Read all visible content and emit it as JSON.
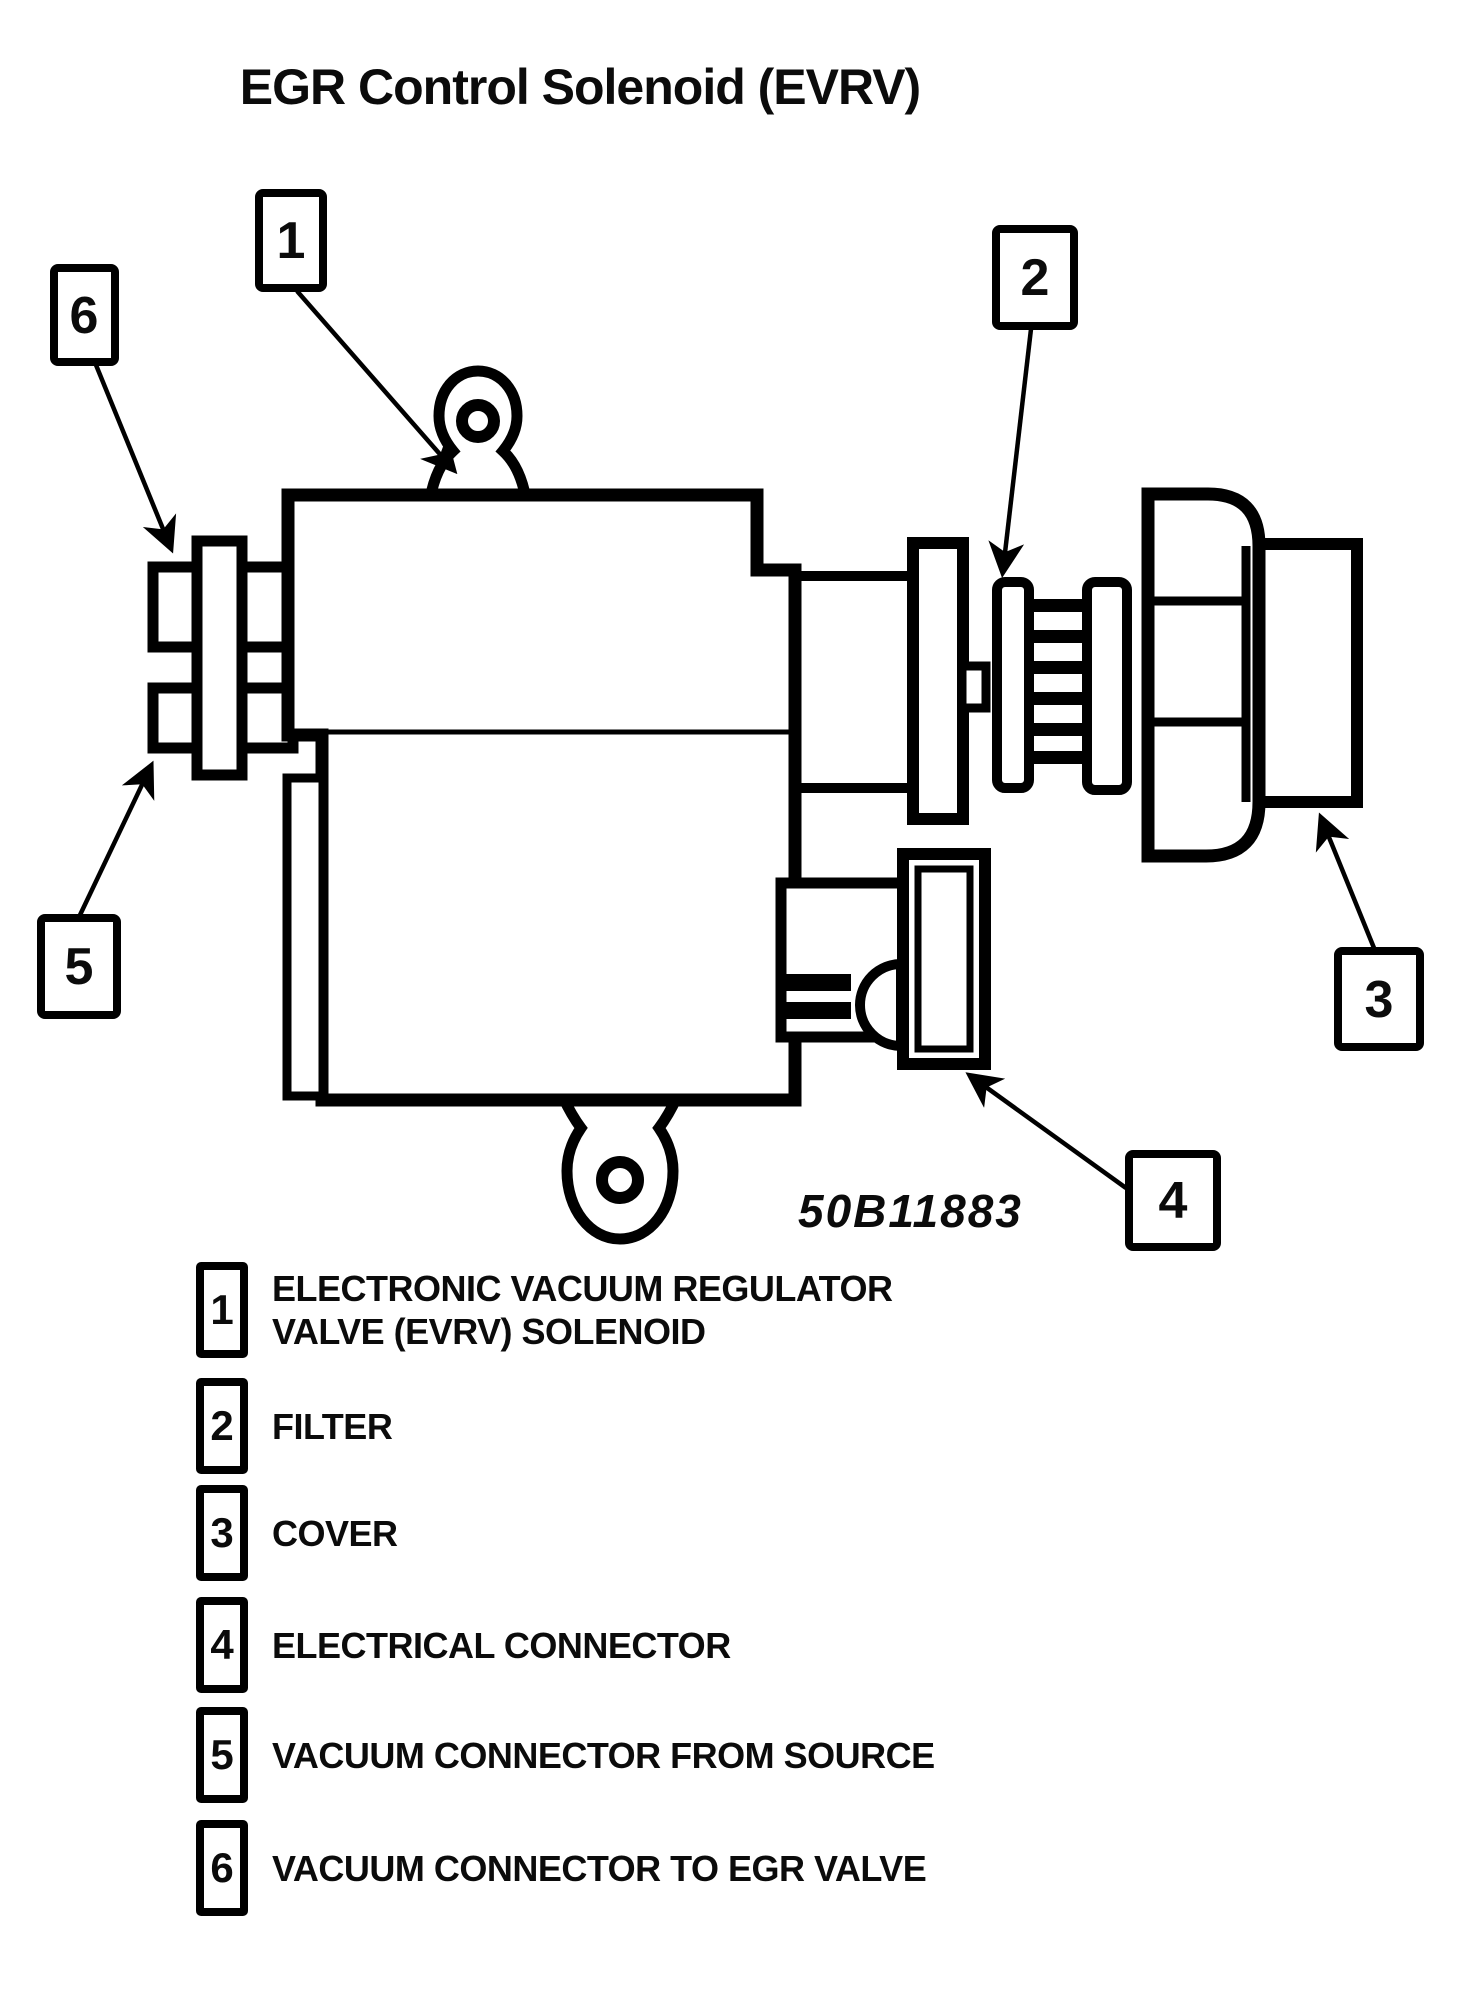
{
  "title": "EGR Control Solenoid (EVRV)",
  "figure_code": "50B11883",
  "colors": {
    "ink": "#000000",
    "paper": "#ffffff"
  },
  "callouts": [
    {
      "number": "1"
    },
    {
      "number": "2"
    },
    {
      "number": "3"
    },
    {
      "number": "4"
    },
    {
      "number": "5"
    },
    {
      "number": "6"
    }
  ],
  "legend": {
    "items": [
      {
        "number": "1",
        "lines": [
          "ELECTRONIC VACUUM REGULATOR",
          "VALVE (EVRV) SOLENOID"
        ]
      },
      {
        "number": "2",
        "lines": [
          "FILTER"
        ]
      },
      {
        "number": "3",
        "lines": [
          "COVER"
        ]
      },
      {
        "number": "4",
        "lines": [
          "ELECTRICAL CONNECTOR"
        ]
      },
      {
        "number": "5",
        "lines": [
          "VACUUM CONNECTOR FROM SOURCE"
        ]
      },
      {
        "number": "6",
        "lines": [
          "VACUUM CONNECTOR TO EGR  VALVE"
        ]
      }
    ]
  }
}
